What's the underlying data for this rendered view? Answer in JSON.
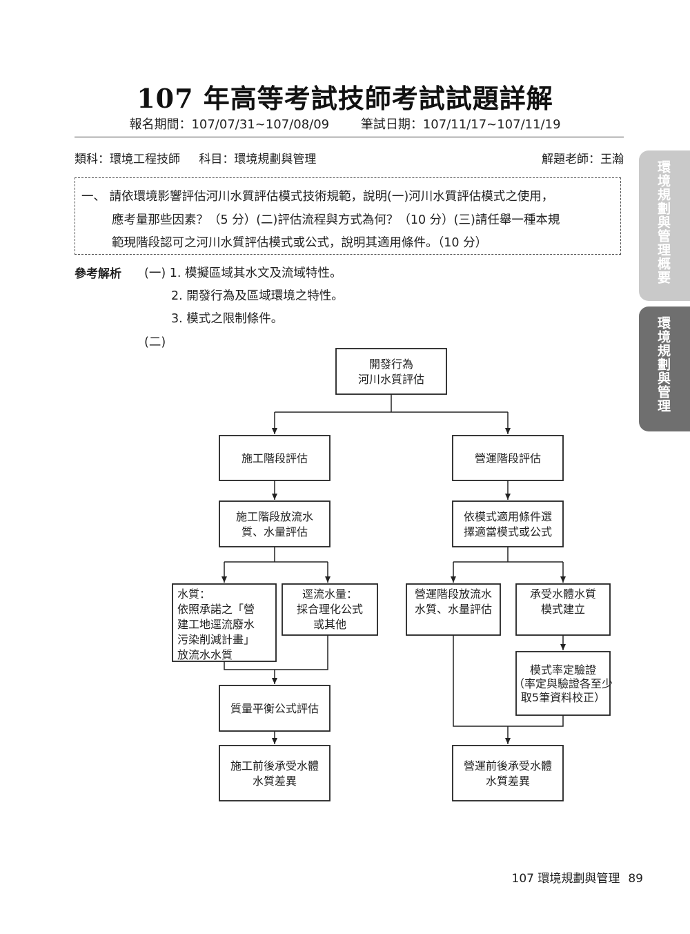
{
  "header": {
    "title": "107 年高等考試技師考試試題詳解",
    "registration": "報名期間：107/07/31~107/08/09",
    "exam_date": "筆試日期：107/11/17~107/11/19"
  },
  "meta": {
    "category": "類科：環境工程技師",
    "subject": "科目：環境規劃與管理",
    "teacher": "解題老師：王瀚"
  },
  "question": {
    "line1": "一、 請依環境影響評估河川水質評估模式技術規範，說明(一)河川水質評估模式之使用，",
    "line2": "應考量那些因素？（5 分）(二)評估流程與方式為何？（10 分）(三)請任舉一種本規",
    "line3": "範現階段認可之河川水質評估模式或公式，說明其適用條件。（10 分）"
  },
  "answer": {
    "label": "參考解析",
    "item0": "(一) 1. 模擬區域其水文及流域特性。",
    "item1": "2. 開發行為及區域環境之特性。",
    "item2": "3. 模式之限制條件。",
    "item3": "(二)"
  },
  "flowchart": {
    "top": [
      "開發行為",
      "河川水質評估"
    ],
    "construction": [
      "施工階段評估"
    ],
    "operation": [
      "營運階段評估"
    ],
    "construction_discharge": [
      "施工階段放流水",
      "質、水量評估"
    ],
    "model_select": [
      "依模式適用條件選",
      "擇適當模式或公式"
    ],
    "water_quality": [
      "水質：",
      "依照承諾之「營",
      "建工地逕流廢水",
      "污染削減計畫」",
      "放流水水質"
    ],
    "runoff": [
      "逕流水量：",
      "採合理化公式",
      "或其他"
    ],
    "op_discharge": [
      "營運階段放流水",
      "水質、水量評估"
    ],
    "receiving_model": [
      "承受水體水質",
      "模式建立"
    ],
    "calibration": [
      "模式率定驗證",
      "（率定與驗證各至少",
      "取5筆資料校正）"
    ],
    "mass_balance": [
      "質量平衡公式評估"
    ],
    "construction_diff": [
      "施工前後承受水體",
      "水質差異"
    ],
    "operation_diff": [
      "營運前後承受水體",
      "水質差異"
    ]
  },
  "side_tabs": {
    "tab1": "環境規劃與管理概要",
    "tab2": "環境規劃與管理"
  },
  "footer": {
    "text": "107 環境規劃與管理",
    "page": "89"
  }
}
